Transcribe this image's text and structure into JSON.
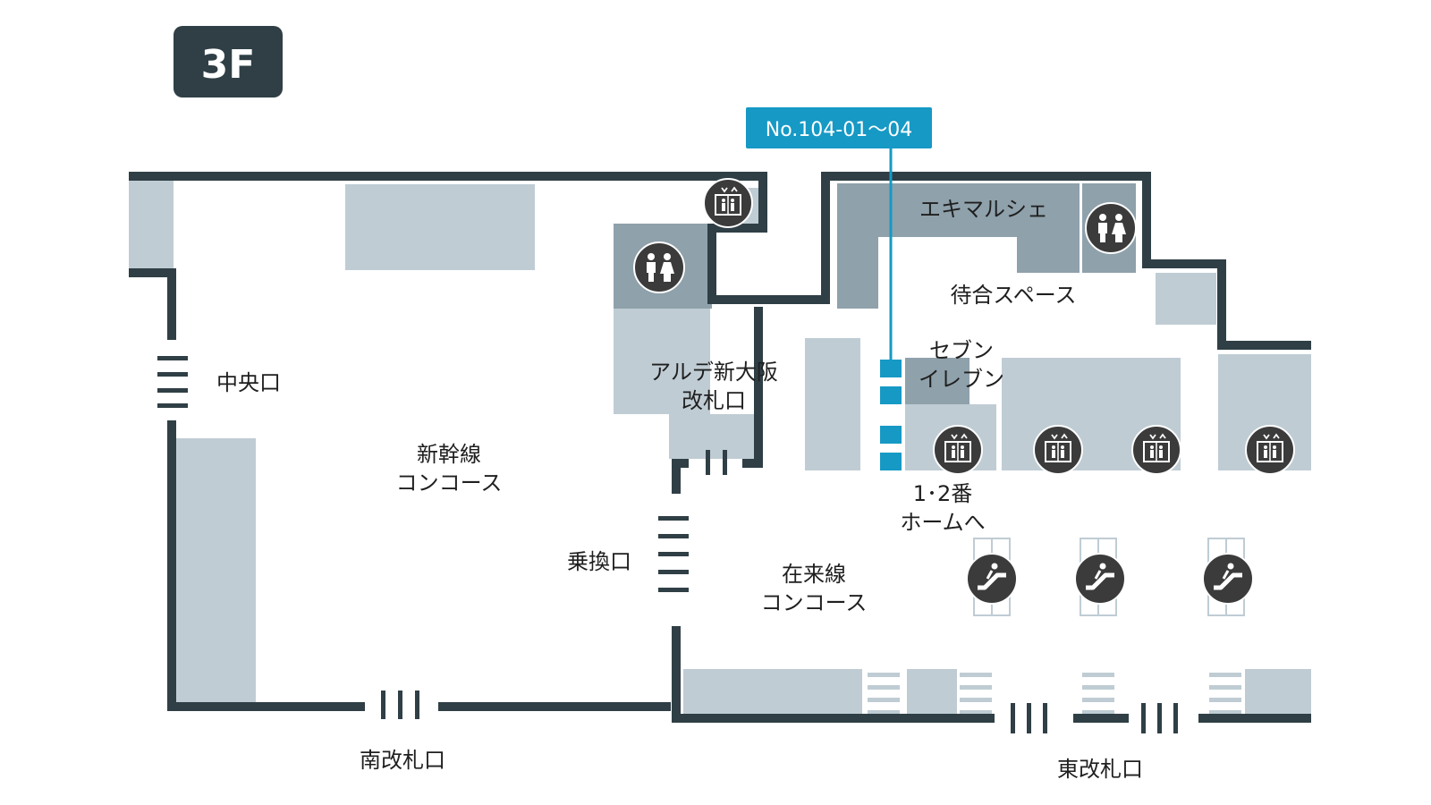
{
  "floor": {
    "label": "3F"
  },
  "tag": {
    "label": "No.104-01～04"
  },
  "areas": {
    "shinkansen_concourse": [
      "新幹線",
      "コンコース"
    ],
    "zairaisen_concourse": [
      "在来線",
      "コンコース"
    ],
    "alde_gate": [
      "アルデ新大阪",
      "改札口"
    ],
    "seven_eleven": [
      "セブン",
      "イレブン"
    ],
    "ekimarche": "エキマルシェ",
    "waiting_space": "待合スペース",
    "platform": [
      "1･2番",
      "ホームへ"
    ]
  },
  "exits": {
    "central": "中央口",
    "transfer": "乗換口",
    "south_gate": "南改札口",
    "east_gate": "東改札口"
  },
  "colors": {
    "wall": "#2f3f45",
    "block_light": "#bfccd4",
    "block_mid": "#8fa1ab",
    "icon_bg": "#3b3b3b",
    "accent": "#1699c5"
  },
  "icons": {
    "elevator": "elevator-icon",
    "restroom": "restroom-icon",
    "escalator": "escalator-icon"
  }
}
